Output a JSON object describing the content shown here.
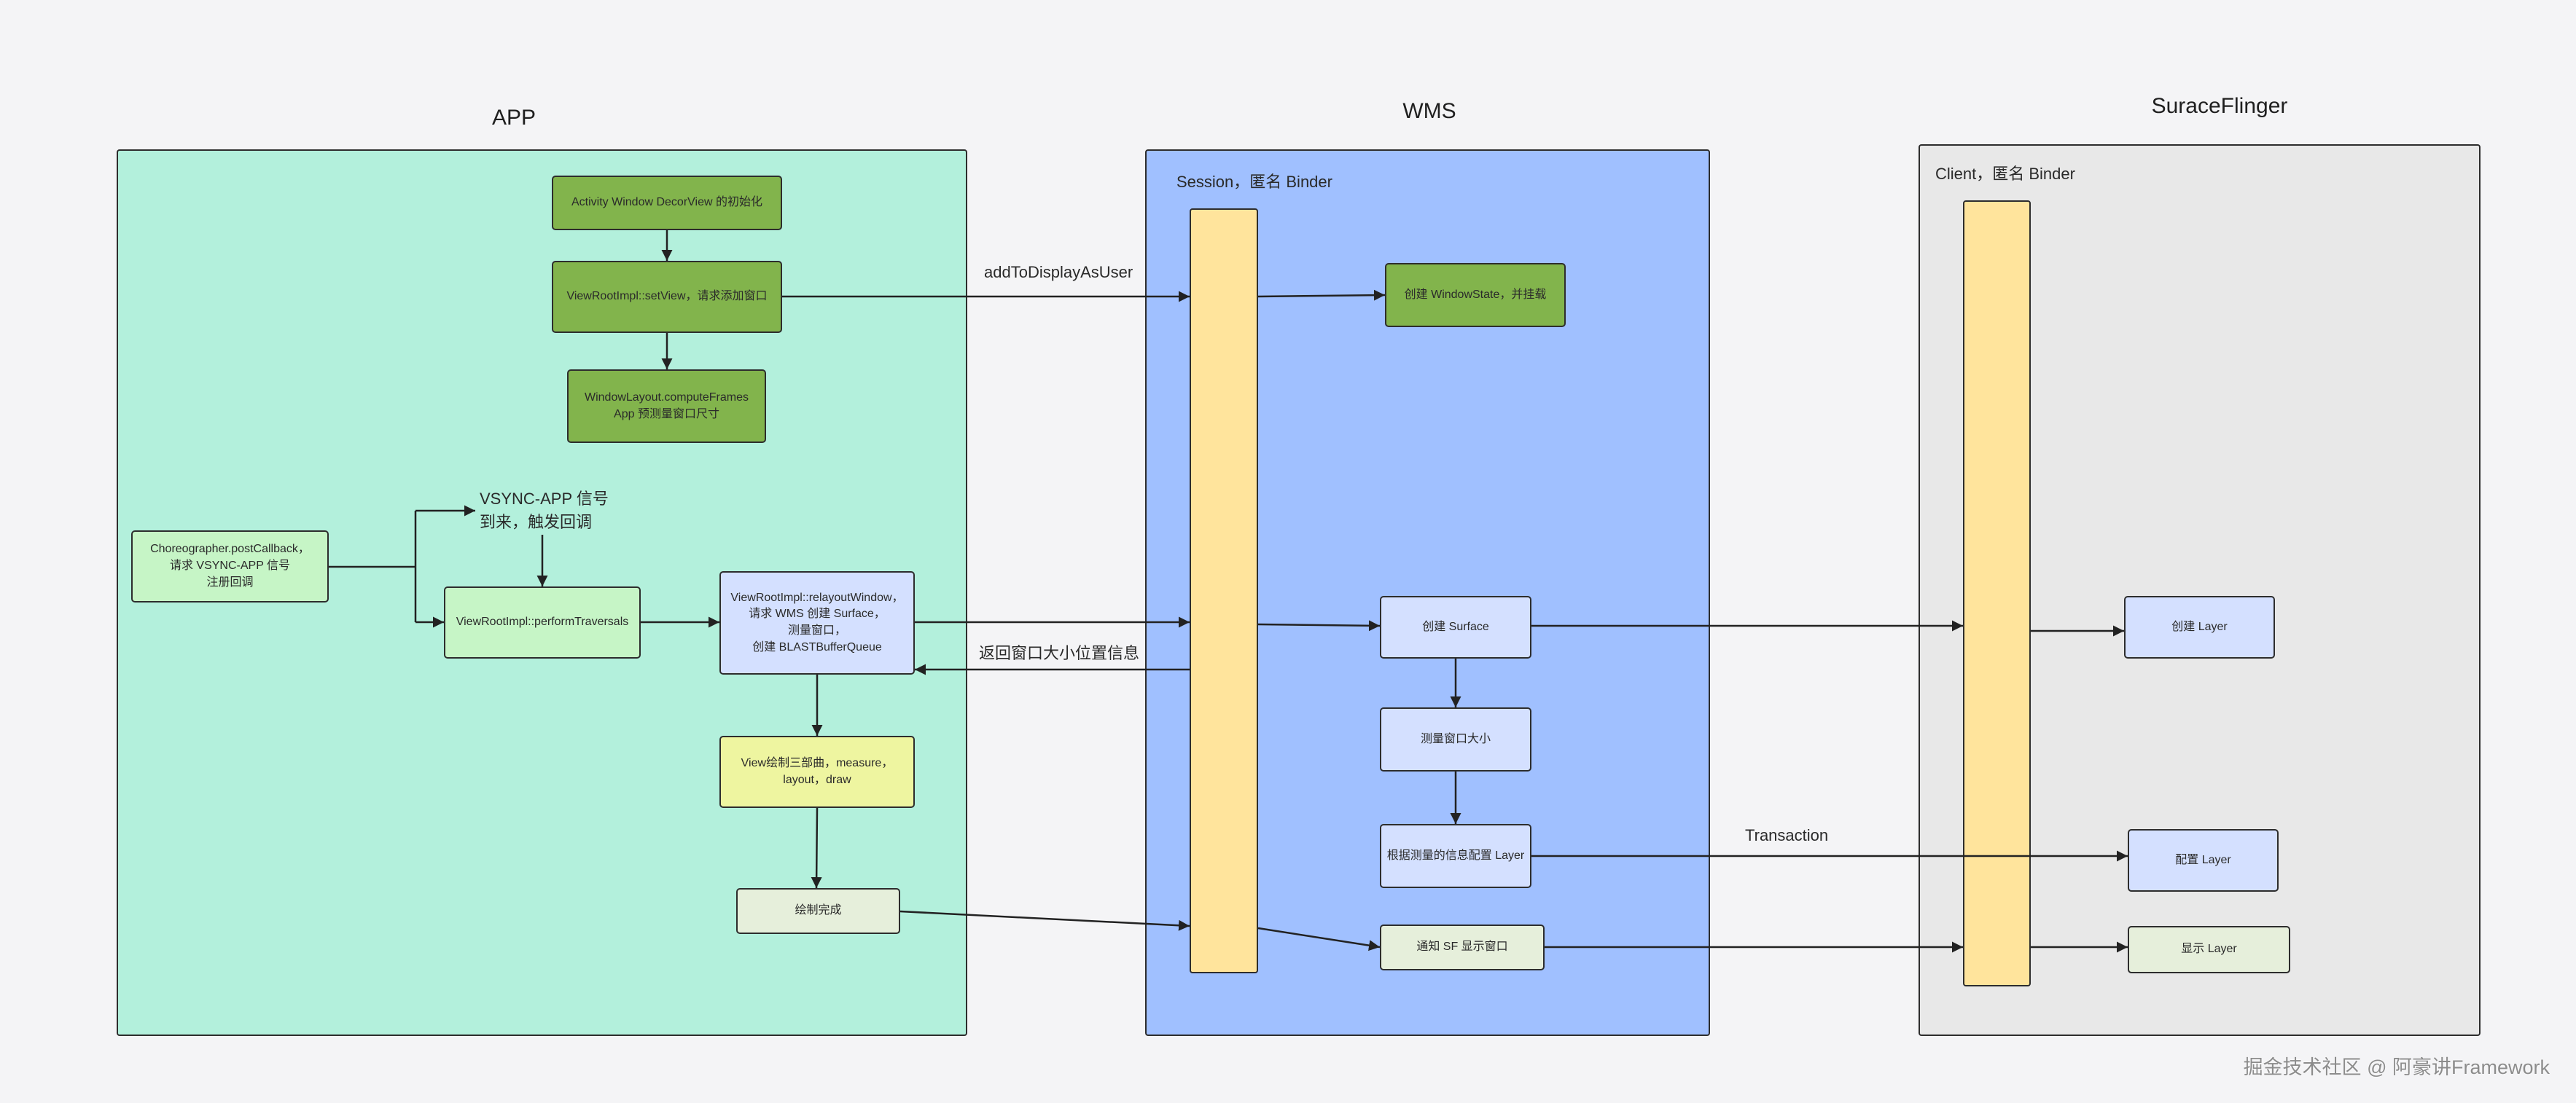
{
  "colors": {
    "background": "#f4f4f6",
    "app_panel": "#b3f0dc",
    "wms_panel": "#a0c0ff",
    "sf_panel": "#e8e8e8",
    "lifeline": "#ffe49c",
    "green": "#82b44c",
    "light_green": "#c6f5c6",
    "light_blue": "#d4e0ff",
    "yellow_green": "#eef5a0",
    "pale_green": "#e6efdb",
    "line": "#222222",
    "border": "#2d2d2d",
    "text": "#2a2a2a",
    "watermark": "#8c8c8c"
  },
  "sections": {
    "app": {
      "title": "APP"
    },
    "wms": {
      "title": "WMS",
      "binder_label": "Session，匿名 Binder"
    },
    "sf": {
      "title": "SuraceFlinger",
      "binder_label": "Client，匿名 Binder"
    }
  },
  "app_nodes": {
    "decorview_init": [
      "Activity Window DecorView 的初始化"
    ],
    "set_view": [
      "ViewRootImpl::setView，请求添加窗口"
    ],
    "compute_frames": [
      "WindowLayout.computeFrames",
      "App 预测量窗口尺寸"
    ],
    "choreographer": [
      "Choreographer.postCallback，",
      "请求 VSYNC-APP 信号",
      "注册回调"
    ],
    "perform_traversals": [
      "ViewRootImpl::performTraversals"
    ],
    "relayout_window": [
      "ViewRootImpl::relayoutWindow，",
      "请求 WMS 创建 Surface，",
      "测量窗口，",
      "创建 BLASTBufferQueue"
    ],
    "view_draw": [
      "View绘制三部曲，measure，",
      "layout，draw"
    ],
    "draw_done": [
      "绘制完成"
    ]
  },
  "vsync_note": [
    "VSYNC-APP 信号",
    "到来，触发回调"
  ],
  "wms_nodes": {
    "create_window_state": [
      "创建 WindowState，并挂载"
    ],
    "create_surface": [
      "创建 Surface"
    ],
    "measure_window": [
      "测量窗口大小"
    ],
    "configure_layer": [
      "根据测量的信息配置 Layer"
    ],
    "notify_sf": [
      "通知 SF 显示窗口"
    ]
  },
  "sf_nodes": {
    "create_layer": [
      "创建 Layer"
    ],
    "configure_layer": [
      "配置 Layer"
    ],
    "show_layer": [
      "显示 Layer"
    ]
  },
  "edge_labels": {
    "add_to_display": "addToDisplayAsUser",
    "return_window_info": "返回窗口大小位置信息",
    "transaction": "Transaction"
  },
  "watermark": "掘金技术社区 @ 阿豪讲Framework"
}
